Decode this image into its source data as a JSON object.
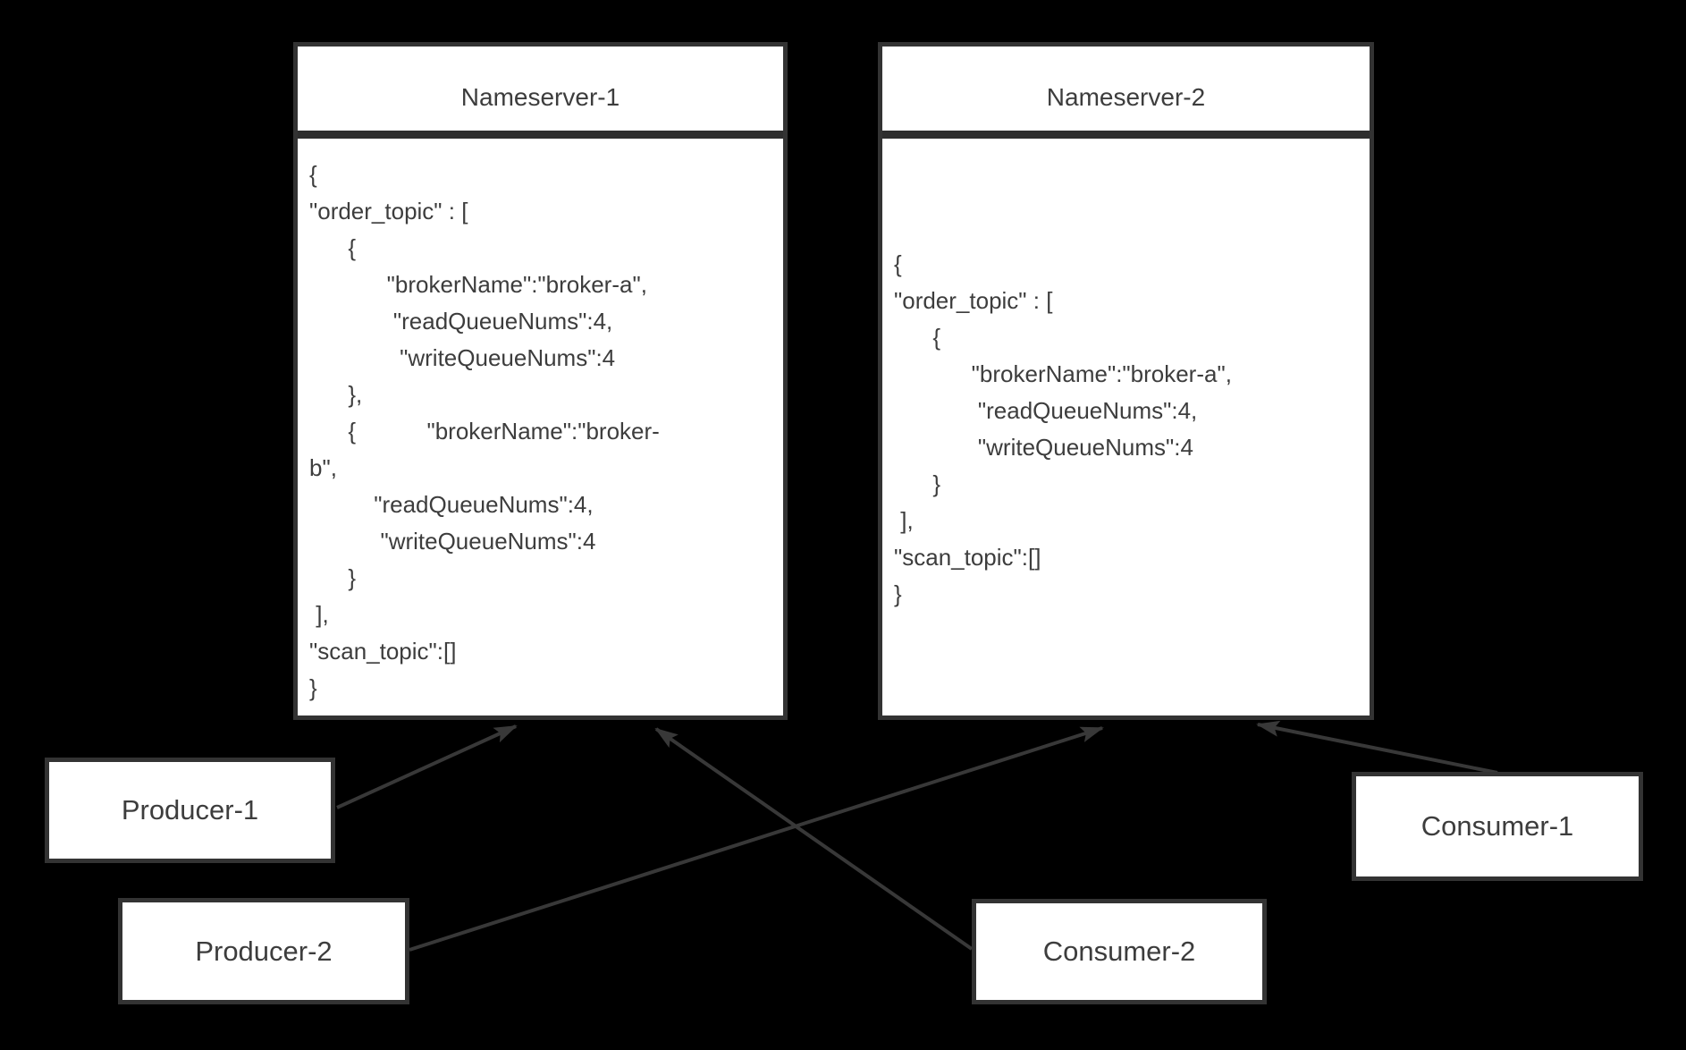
{
  "diagram": {
    "colors": {
      "background": "#000000",
      "box_fill": "#ffffff",
      "box_border": "#333333",
      "divider": "#2e2e2e",
      "text": "#3d3d3d",
      "arrow": "#383838"
    },
    "nameservers": [
      {
        "title": "Nameserver-1",
        "code": "{\n\"order_topic\" : [\n      {\n            \"brokerName\":\"broker-a\",\n             \"readQueueNums\":4,\n              \"writeQueueNums\":4\n      },\n      {           \"brokerName\":\"broker-\nb\",\n          \"readQueueNums\":4,\n           \"writeQueueNums\":4\n      }\n ],\n\"scan_topic\":[]\n}"
      },
      {
        "title": "Nameserver-2",
        "code": "{\n\"order_topic\" : [\n      {\n            \"brokerName\":\"broker-a\",\n             \"readQueueNums\":4,\n             \"writeQueueNums\":4\n      }\n ],\n\"scan_topic\":[]\n}"
      }
    ],
    "clients": [
      {
        "label": "Producer-1"
      },
      {
        "label": "Producer-2"
      },
      {
        "label": "Consumer-1"
      },
      {
        "label": "Consumer-2"
      }
    ],
    "arrows": [
      {
        "from": "producer-1",
        "to": "nameserver-1"
      },
      {
        "from": "producer-2",
        "to": "nameserver-2"
      },
      {
        "from": "consumer-2",
        "to": "nameserver-1"
      },
      {
        "from": "consumer-1",
        "to": "nameserver-2"
      }
    ]
  }
}
